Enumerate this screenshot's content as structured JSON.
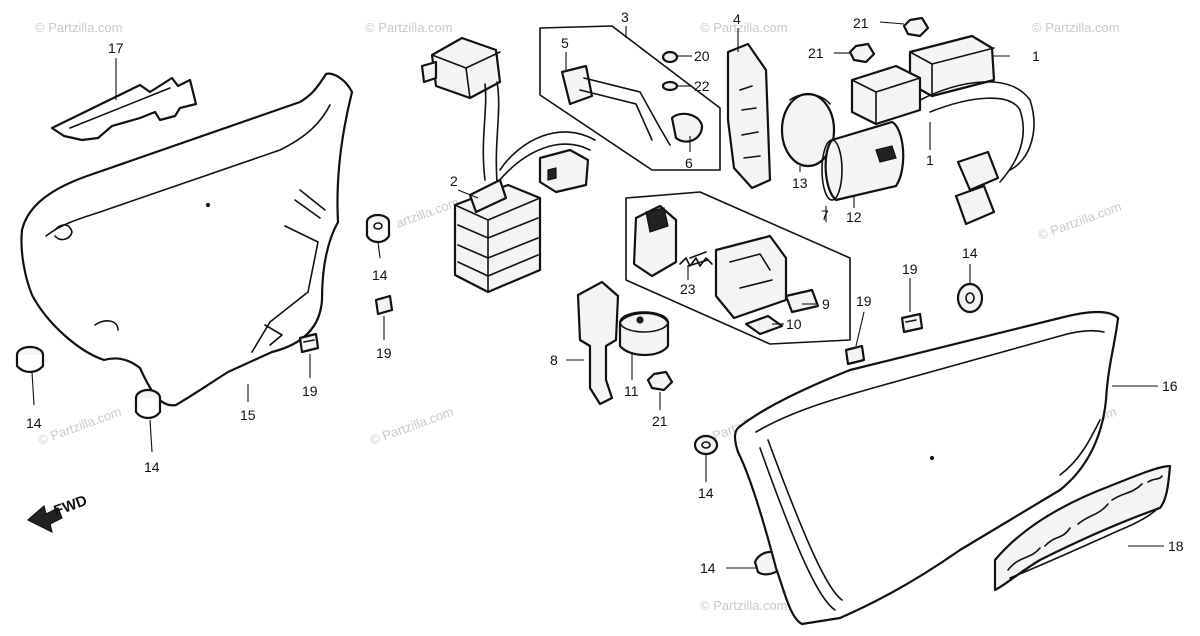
{
  "watermark": "© Partzilla.com",
  "watermark_partial": "artzilla.com",
  "direction_label": "FWD",
  "callouts": {
    "c1a": "1",
    "c1b": "1",
    "c2": "2",
    "c3": "3",
    "c4": "4",
    "c5": "5",
    "c6": "6",
    "c7": "7",
    "c8": "8",
    "c9": "9",
    "c10": "10",
    "c11": "11",
    "c12": "12",
    "c13": "13",
    "c14a": "14",
    "c14b": "14",
    "c14c": "14",
    "c14d": "14",
    "c14e": "14",
    "c14f": "14",
    "c15": "15",
    "c16": "16",
    "c17": "17",
    "c18": "18",
    "c19a": "19",
    "c19b": "19",
    "c19c": "19",
    "c19d": "19",
    "c20": "20",
    "c21a": "21",
    "c21b": "21",
    "c21c": "21",
    "c22": "22",
    "c23": "23"
  }
}
